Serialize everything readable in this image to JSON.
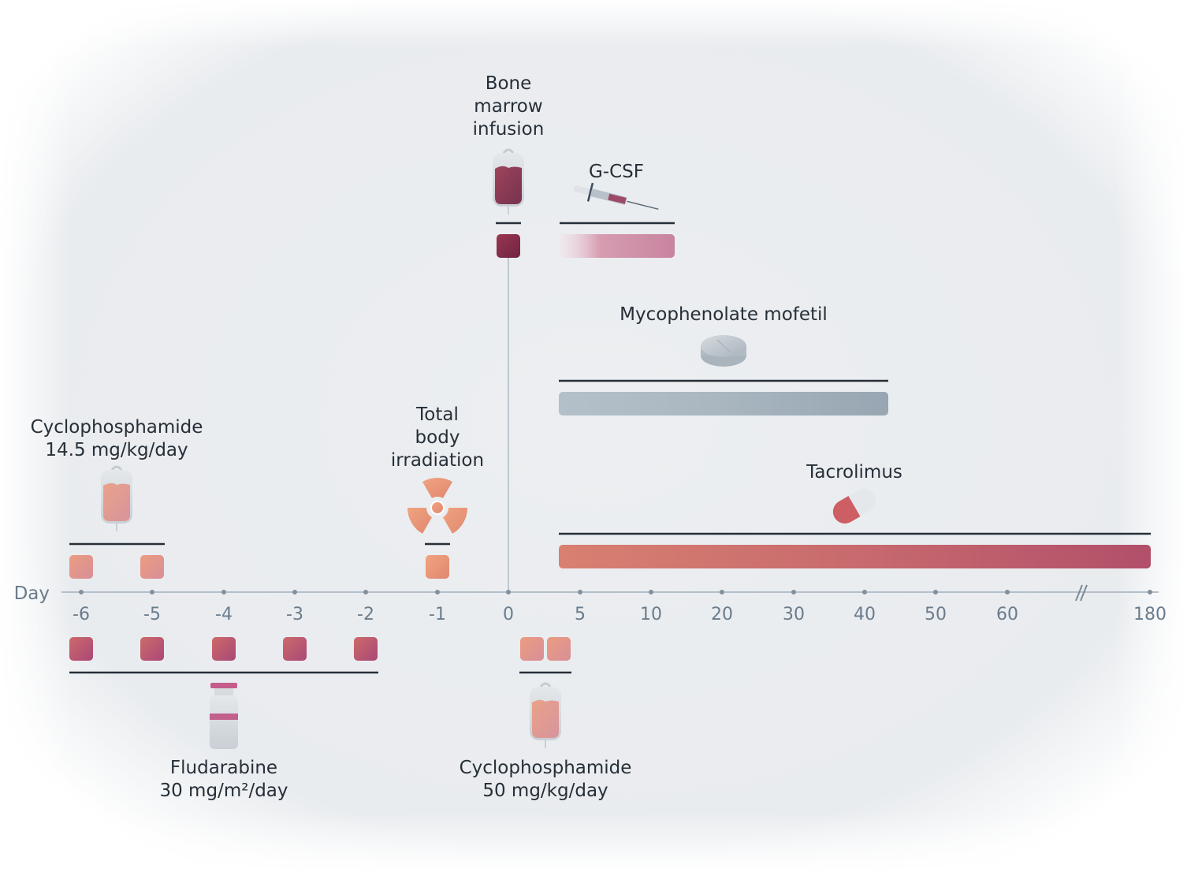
{
  "axis": {
    "label": "Day",
    "ticks": [
      "-6",
      "-5",
      "-4",
      "-3",
      "-2",
      "-1",
      "0",
      "5",
      "10",
      "20",
      "30",
      "40",
      "50",
      "60",
      "180"
    ],
    "break_between": [
      "60",
      "180"
    ]
  },
  "colors": {
    "salmon": "#e0907e",
    "magenta": "#b2506e",
    "marrow": "#7d2a48",
    "gcsf": "#c888a0",
    "mmf": "#a8b4be",
    "tacrolimus": "#c9606a",
    "text": "#262f38",
    "axis": "#b4bfc8"
  },
  "treatments": [
    {
      "id": "cyclophosphamide-pre",
      "label_lines": [
        "Cyclophosphamide",
        "14.5 mg/kg/day"
      ],
      "icon": "iv-bag-icon",
      "days": [
        "-6",
        "-5"
      ],
      "side": "above",
      "style": "doses",
      "color": "#e0907e"
    },
    {
      "id": "total-body-irradiation",
      "label_lines": [
        "Total",
        "body",
        "irradiation"
      ],
      "icon": "radiation-icon",
      "days": [
        "-1"
      ],
      "side": "above",
      "style": "doses",
      "color": "#e49478"
    },
    {
      "id": "bone-marrow-infusion",
      "label_lines": [
        "Bone",
        "marrow",
        "infusion"
      ],
      "icon": "blood-bag-icon",
      "days": [
        "0"
      ],
      "side": "above",
      "style": "doses",
      "color": "#7d2a48"
    },
    {
      "id": "g-csf",
      "label_lines": [
        "G-CSF"
      ],
      "icon": "syringe-icon",
      "range": [
        "5",
        "13"
      ],
      "side": "above",
      "style": "bar",
      "color": "#c888a0"
    },
    {
      "id": "mycophenolate-mofetil",
      "label_lines": [
        "Mycophenolate mofetil"
      ],
      "icon": "tablet-icon",
      "range": [
        "5",
        "43"
      ],
      "side": "above",
      "style": "bar",
      "color": "#a8b4be"
    },
    {
      "id": "tacrolimus",
      "label_lines": [
        "Tacrolimus"
      ],
      "icon": "capsule-icon",
      "range": [
        "5",
        "180"
      ],
      "side": "above",
      "style": "bar",
      "color": "#c9606a"
    },
    {
      "id": "fludarabine",
      "label_lines": [
        "Fludarabine",
        "30 mg/m²/day"
      ],
      "icon": "vial-icon",
      "days": [
        "-6",
        "-5",
        "-4",
        "-3",
        "-2"
      ],
      "side": "below",
      "style": "doses",
      "color": "#b2506e"
    },
    {
      "id": "cyclophosphamide-post",
      "label_lines": [
        "Cyclophosphamide",
        "50 mg/kg/day"
      ],
      "icon": "iv-bag-icon",
      "days": [
        "3",
        "4"
      ],
      "side": "below",
      "style": "doses",
      "color": "#e0907e"
    }
  ]
}
